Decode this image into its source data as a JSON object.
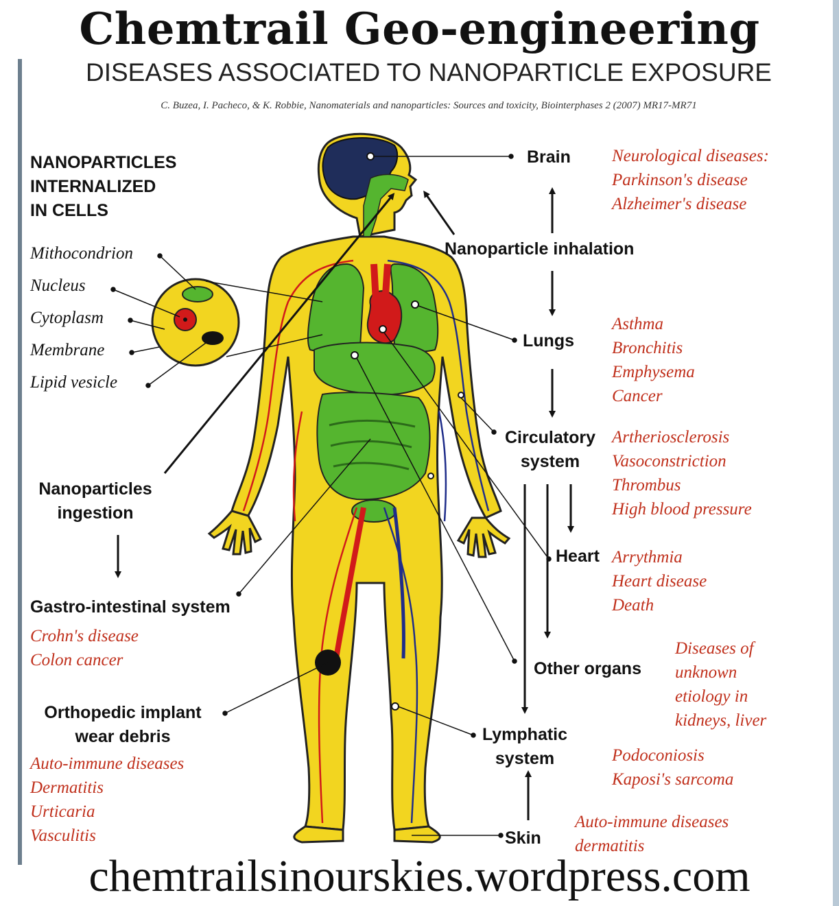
{
  "title": "Chemtrail Geo-engineering",
  "subtitle": "DISEASES ASSOCIATED TO NANOPARTICLE EXPOSURE",
  "citation": "C. Buzea, I. Pacheco, & K. Robbie, Nanomaterials and nanoparticles: Sources and toxicity, Biointerphases 2 (2007) MR17-MR71",
  "footer": "chemtrailsinourskies.wordpress.com",
  "cells": {
    "heading": [
      "NANOPARTICLES",
      "INTERNALIZED",
      "IN CELLS"
    ],
    "parts": [
      "Mithocondrion",
      "Nucleus",
      "Cytoplasm",
      "Membrane",
      "Lipid vesicle"
    ]
  },
  "ingestion": {
    "label": [
      "Nanoparticles",
      "ingestion"
    ],
    "gi_label": "Gastro-intestinal system",
    "gi_diseases": [
      "Crohn's disease",
      "Colon cancer"
    ]
  },
  "implant": {
    "label": [
      "Orthopedic implant",
      "wear debris"
    ],
    "diseases": [
      "Auto-immune diseases",
      "Dermatitis",
      "Urticaria",
      "Vasculitis"
    ]
  },
  "inhalation": "Nanoparticle inhalation",
  "organs": {
    "brain": {
      "label": "Brain",
      "diseases": [
        "Neurological diseases:",
        "Parkinson's disease",
        "Alzheimer's disease"
      ]
    },
    "lungs": {
      "label": "Lungs",
      "diseases": [
        "Asthma",
        "Bronchitis",
        "Emphysema",
        "Cancer"
      ]
    },
    "circulatory": {
      "label": [
        "Circulatory",
        "system"
      ],
      "diseases": [
        "Artheriosclerosis",
        "Vasoconstriction",
        "Thrombus",
        "High blood pressure"
      ]
    },
    "heart": {
      "label": "Heart",
      "diseases": [
        "Arrythmia",
        "Heart disease",
        "Death"
      ]
    },
    "other": {
      "label": "Other organs",
      "diseases": [
        "Diseases of",
        "unknown",
        "etiology in",
        "kidneys, liver"
      ]
    },
    "lymphatic": {
      "label": [
        "Lymphatic",
        "system"
      ],
      "diseases": [
        "Podoconiosis",
        "Kaposi's sarcoma"
      ]
    },
    "skin": {
      "label": "Skin",
      "diseases": [
        "Auto-immune diseases",
        "dermatitis"
      ]
    }
  },
  "colors": {
    "body": "#f2d520",
    "organs": "#55b52f",
    "blood": "#d11a1a",
    "brain": "#1f2d5a",
    "disease_text": "#c0301c"
  }
}
